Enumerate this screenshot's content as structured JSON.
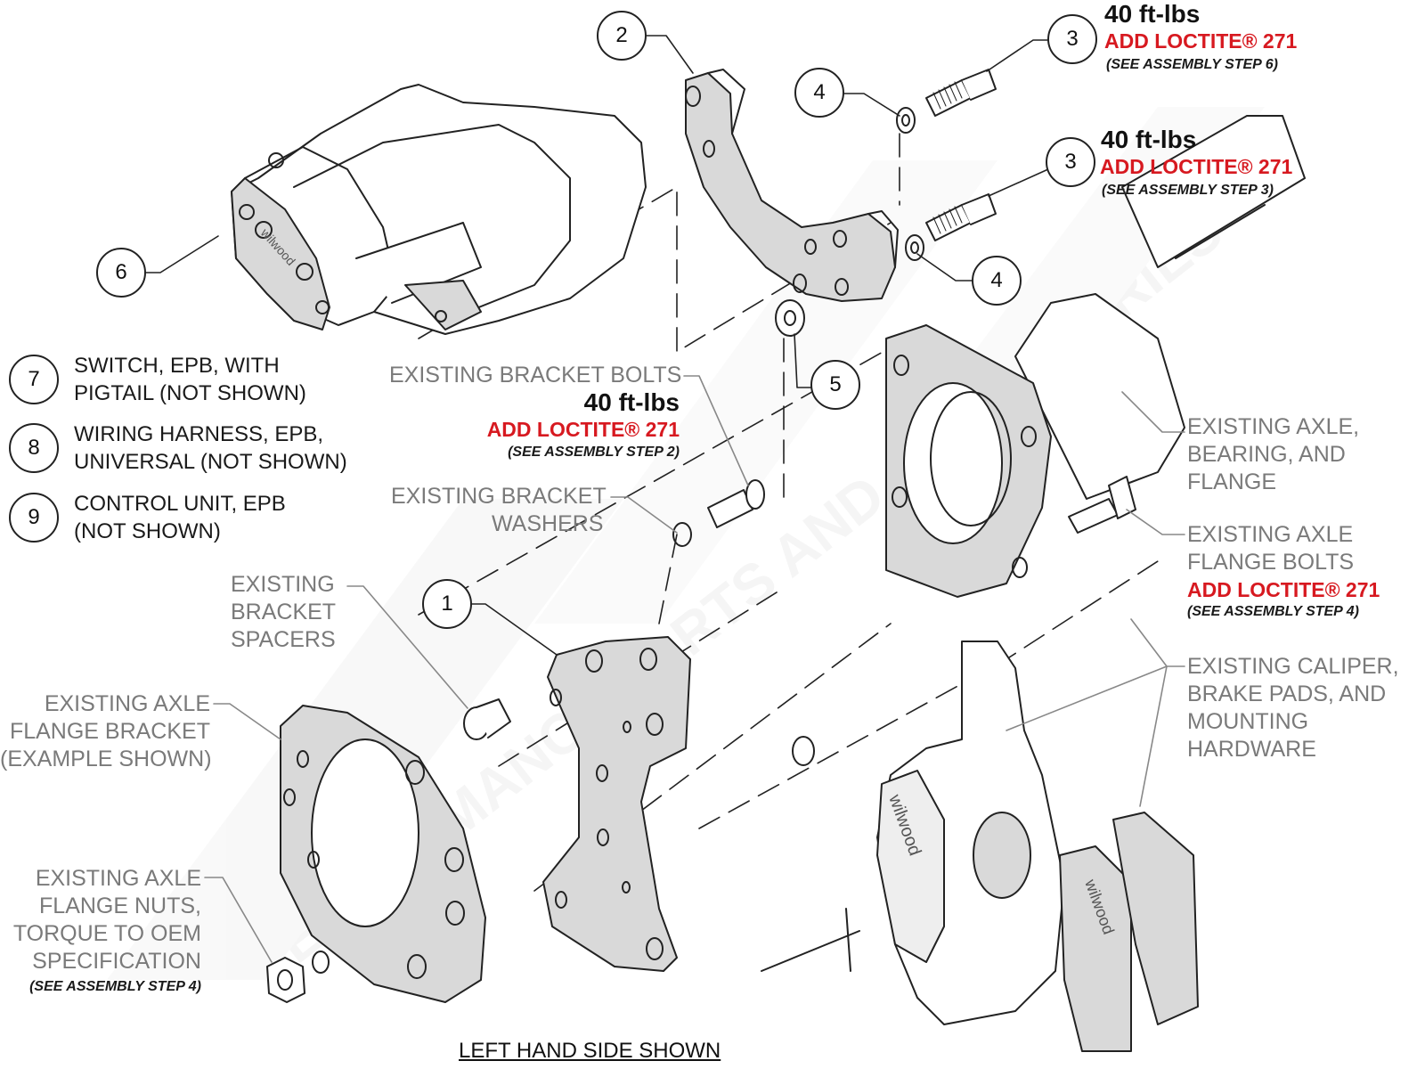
{
  "diagram": {
    "title_note": "LEFT HAND SIDE SHOWN",
    "colors": {
      "part_fill": "#d9d9d9",
      "line": "#222222",
      "label_grey": "#7a7a7a",
      "loctite_red": "#d71920",
      "watermark": "#f1f1f1"
    },
    "watermark_text": "PERFORMANCE PARTS AND ACCESSORIES",
    "brand_marks": [
      "wilwood",
      "wilwood",
      "wilwood"
    ],
    "balloons": [
      {
        "id": "1",
        "part": "mounting-bracket"
      },
      {
        "id": "2",
        "part": "caliper-bracket"
      },
      {
        "id": "3a",
        "label": "3",
        "part": "bolt-upper"
      },
      {
        "id": "3b",
        "label": "3",
        "part": "bolt-lower"
      },
      {
        "id": "4a",
        "label": "4",
        "part": "washer-upper"
      },
      {
        "id": "4b",
        "label": "4",
        "part": "washer-lower"
      },
      {
        "id": "5",
        "part": "spacer"
      },
      {
        "id": "6",
        "part": "epb-caliper"
      }
    ],
    "legend_items": [
      {
        "number": "7",
        "line1": "SWITCH, EPB, WITH",
        "line2": "PIGTAIL (NOT SHOWN)"
      },
      {
        "number": "8",
        "line1": "WIRING HARNESS, EPB,",
        "line2": "UNIVERSAL (NOT SHOWN)"
      },
      {
        "number": "9",
        "line1": "CONTROL UNIT, EPB",
        "line2": "(NOT SHOWN)"
      }
    ],
    "callouts": {
      "bolt_upper": {
        "torque": "40 ft-lbs",
        "loctite": "ADD LOCTITE® 271",
        "step": "(SEE ASSEMBLY STEP 6)"
      },
      "bolt_lower": {
        "torque": "40 ft-lbs",
        "loctite": "ADD LOCTITE® 271",
        "step": "(SEE ASSEMBLY STEP 3)"
      },
      "bracket_bolts": {
        "lines": [
          "EXISTING BRACKET BOLTS"
        ],
        "torque": "40 ft-lbs",
        "loctite": "ADD LOCTITE® 271",
        "step": "(SEE ASSEMBLY STEP 2)"
      },
      "bracket_washers": {
        "lines": [
          "EXISTING BRACKET",
          "WASHERS"
        ]
      },
      "bracket_spacers": {
        "lines": [
          "EXISTING",
          "BRACKET",
          "SPACERS"
        ]
      },
      "axle_flange_bracket": {
        "lines": [
          "EXISTING AXLE",
          "FLANGE BRACKET",
          "(EXAMPLE SHOWN)"
        ]
      },
      "axle_flange_nuts": {
        "lines": [
          "EXISTING AXLE",
          "FLANGE NUTS,",
          "TORQUE TO OEM",
          "SPECIFICATION"
        ],
        "step": "(SEE ASSEMBLY STEP 4)"
      },
      "axle_bearing_flange": {
        "lines": [
          "EXISTING AXLE,",
          "BEARING, AND",
          "FLANGE"
        ]
      },
      "axle_flange_bolts": {
        "lines": [
          "EXISTING AXLE",
          "FLANGE BOLTS"
        ],
        "loctite": "ADD LOCTITE® 271",
        "step": "(SEE ASSEMBLY STEP 4)"
      },
      "caliper_hardware": {
        "lines": [
          "EXISTING CALIPER,",
          "BRAKE PADS, AND",
          "MOUNTING",
          "HARDWARE"
        ]
      }
    }
  }
}
